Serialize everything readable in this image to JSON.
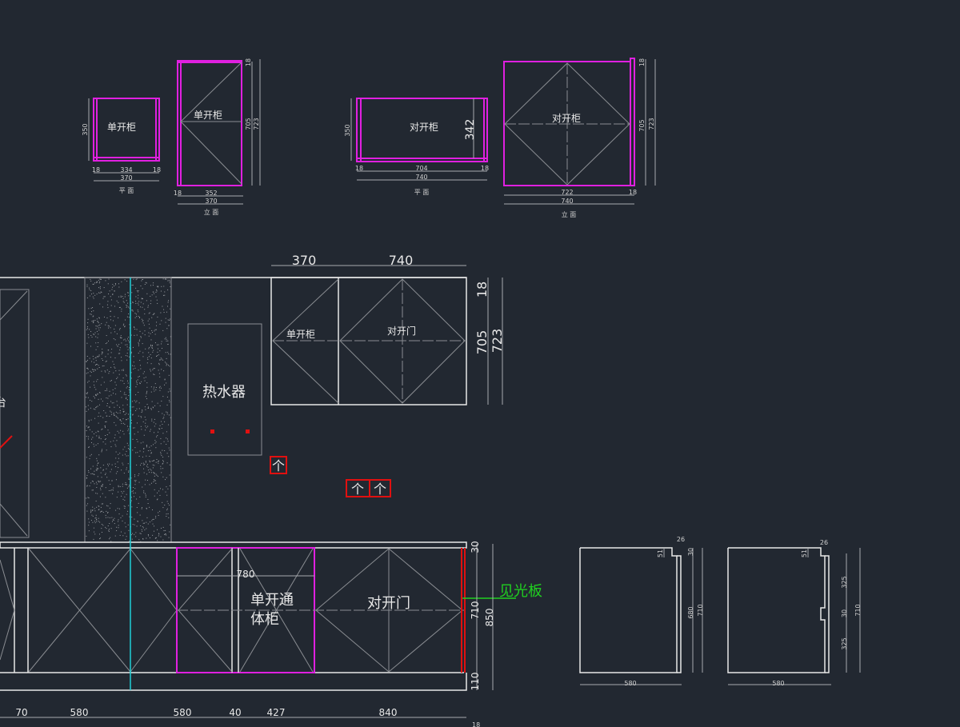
{
  "colors": {
    "background": "#222831",
    "magenta": "#e020e0",
    "red": "#e01010",
    "cyan": "#20d0d8",
    "green": "#20d020"
  },
  "single_cabinet": {
    "plan_label": "单开柜",
    "plan_caption": "平 面",
    "plan_depth": "350",
    "plan_side_left": "18",
    "plan_inner": "334",
    "plan_side_right": "18",
    "plan_total": "370",
    "elev_label": "单开柜",
    "elev_caption": "立 面",
    "elev_side": "18",
    "elev_inner": "352",
    "elev_total": "370",
    "elev_top": "18",
    "elev_door": "705",
    "elev_height": "723"
  },
  "double_cabinet": {
    "plan_label": "对开柜",
    "plan_caption": "平 面",
    "plan_depth": "350",
    "plan_inner_depth": "342",
    "plan_side_left": "18",
    "plan_inner": "704",
    "plan_side_right": "18",
    "plan_total": "740",
    "elev_label": "对开柜",
    "elev_caption": "立 面",
    "elev_inner": "722",
    "elev_side": "18",
    "elev_total": "740",
    "elev_top": "18",
    "elev_door": "705",
    "elev_height": "723"
  },
  "wall_elevation": {
    "partial_label": "台",
    "water_heater": "热水器",
    "upper": {
      "single_label": "单开柜",
      "double_label": "对开门",
      "dim_single": "370",
      "dim_double": "740",
      "dim_top": "18",
      "dim_door": "705",
      "dim_total": "723"
    },
    "sockets": [
      "个",
      "个",
      "个"
    ],
    "lower": {
      "tall_label_1": "单开通",
      "tall_label_2": "体柜",
      "double_label": "对开门",
      "dim_780": "780",
      "side_panel_note": "见光板",
      "dim_top": "30",
      "dim_body": "710",
      "dim_plinth": "110",
      "dim_total": "850",
      "bottom_dims": [
        "70",
        "580",
        "580",
        "40",
        "427",
        "840"
      ],
      "corner_dim": "18"
    }
  },
  "side_profiles": [
    {
      "dims": {
        "notch_w": "26",
        "notch_h": "51",
        "top": "30",
        "body": "680",
        "total": "710",
        "depth": "580"
      }
    },
    {
      "dims": {
        "notch_w": "26",
        "notch_h": "51",
        "upper": "325",
        "mid": "30",
        "lower": "325",
        "total": "710",
        "depth": "580"
      }
    }
  ]
}
